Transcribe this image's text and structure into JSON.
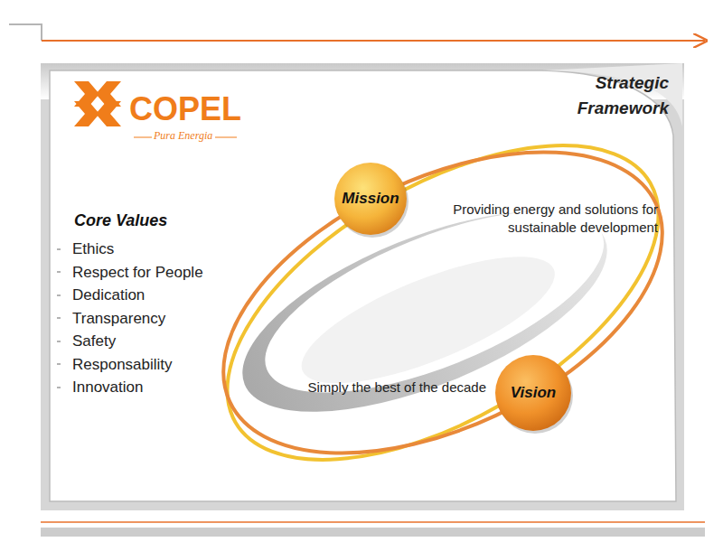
{
  "diagram": {
    "title": "Strategic Framework",
    "nodes": [
      {
        "text": [
          "Mission",
          "Providing energy and solutions for sustainable development"
        ]
      },
      {
        "text": [
          "Vision",
          "Simply the best of the decade"
        ]
      }
    ],
    "labels": [
      "COPEL",
      "Pura Energia",
      "Core Values",
      "Ethics",
      "Respect for People",
      "Dedication",
      "Transparency",
      "Safety",
      "Responsability",
      "Innovation"
    ]
  }
}
